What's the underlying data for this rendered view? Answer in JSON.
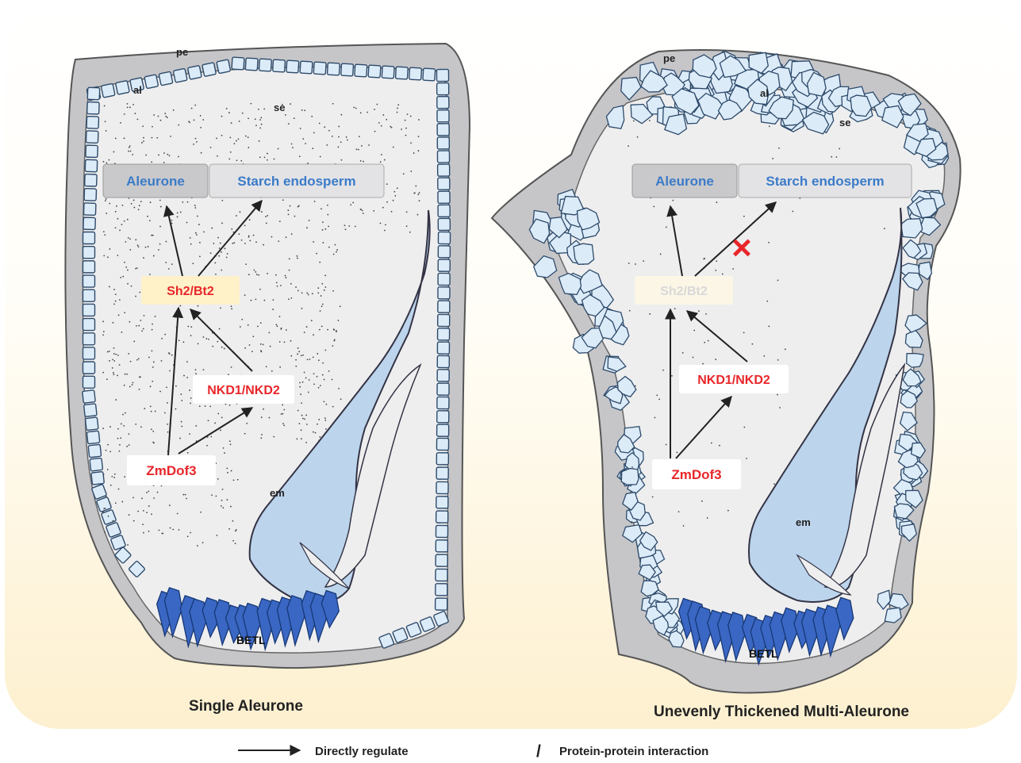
{
  "left_panel": {
    "caption": "Single Aleurone",
    "labels": {
      "pe": "pe",
      "al": "al",
      "se": "se",
      "em": "em",
      "betl": "BETL"
    },
    "boxes": {
      "aleurone": "Aleurone",
      "starch": "Starch endosperm",
      "sh2bt2": "Sh2/Bt2",
      "nkd": "NKD1/NKD2",
      "zmdof3": "ZmDof3"
    }
  },
  "right_panel": {
    "caption": "Unevenly Thickened Multi-Aleurone",
    "labels": {
      "pe": "pe",
      "al": "al",
      "se": "se",
      "em": "em",
      "betl": "BETL"
    },
    "boxes": {
      "aleurone": "Aleurone",
      "starch": "Starch endosperm",
      "sh2bt2": "Sh2/Bt2",
      "nkd": "NKD1/NKD2",
      "zmdof3": "ZmDof3"
    },
    "blocked_marker": "×"
  },
  "legend": {
    "arrow_label": "Directly regulate",
    "slash_symbol": "/",
    "interaction_label": "Protein-protein interaction"
  },
  "colors": {
    "pericarp": "#c6c6c9",
    "endosperm": "#eeeeef",
    "aleurone_cell": "#dcebf8",
    "embryo": "#bcd4ec",
    "betl": "#3a67c3",
    "gene_text": "#e8262a",
    "tissue_text": "#3b7bc8",
    "sh2_box": "#fff1c8"
  }
}
